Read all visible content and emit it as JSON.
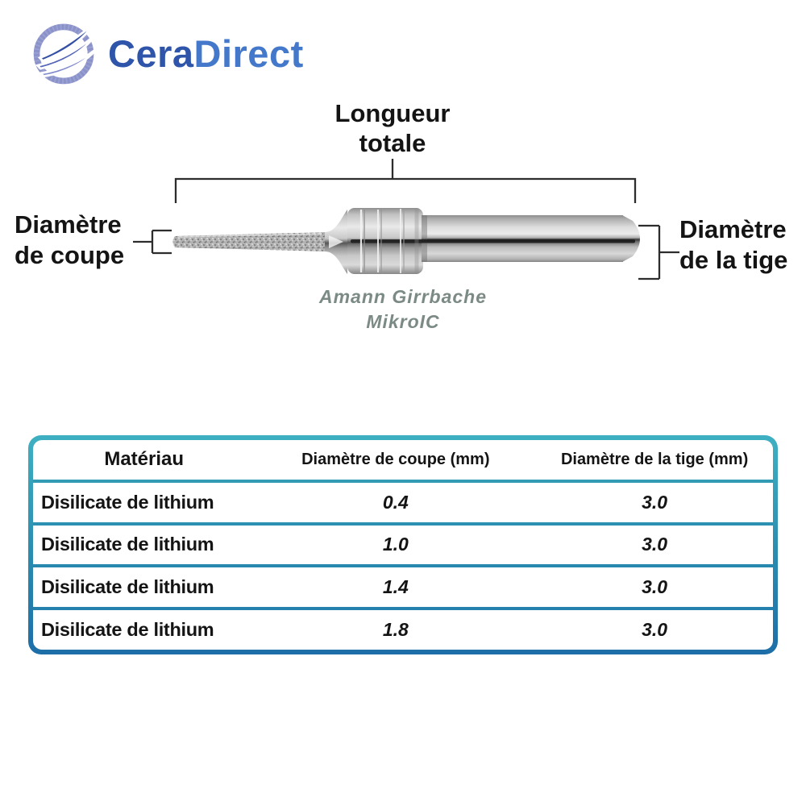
{
  "brand": {
    "name_primary": "Cera",
    "name_secondary": "Direct",
    "logo_icon": "ceradirect-swirl-circle-logo",
    "colors": {
      "name_primary_color": "#2e55a9",
      "name_secondary_color": "#4478cb",
      "emblem_color": "#8a92c9"
    }
  },
  "diagram": {
    "total_length_line1": "Longueur",
    "total_length_line2": "totale",
    "cutting_dia_line1": "Diamètre",
    "cutting_dia_line2": "de coupe",
    "shank_dia_line1": "Diamètre",
    "shank_dia_line2": "de la tige",
    "product_line1": "Amann Girrbache",
    "product_line2": "MikroIC"
  },
  "table": {
    "headers": {
      "material": "Matériau",
      "cutting": "Diamètre de coupe (mm)",
      "shank": "Diamètre de la tige (mm)"
    },
    "rows": [
      {
        "material": "Disilicate de lithium",
        "cutting": "0.4",
        "shank": "3.0"
      },
      {
        "material": "Disilicate de lithium",
        "cutting": "1.0",
        "shank": "3.0"
      },
      {
        "material": "Disilicate de lithium",
        "cutting": "1.4",
        "shank": "3.0"
      },
      {
        "material": "Disilicate de lithium",
        "cutting": "1.8",
        "shank": "3.0"
      }
    ],
    "colors": {
      "border_top": "#3fb0c2",
      "border_bottom": "#1d6ea8"
    }
  }
}
